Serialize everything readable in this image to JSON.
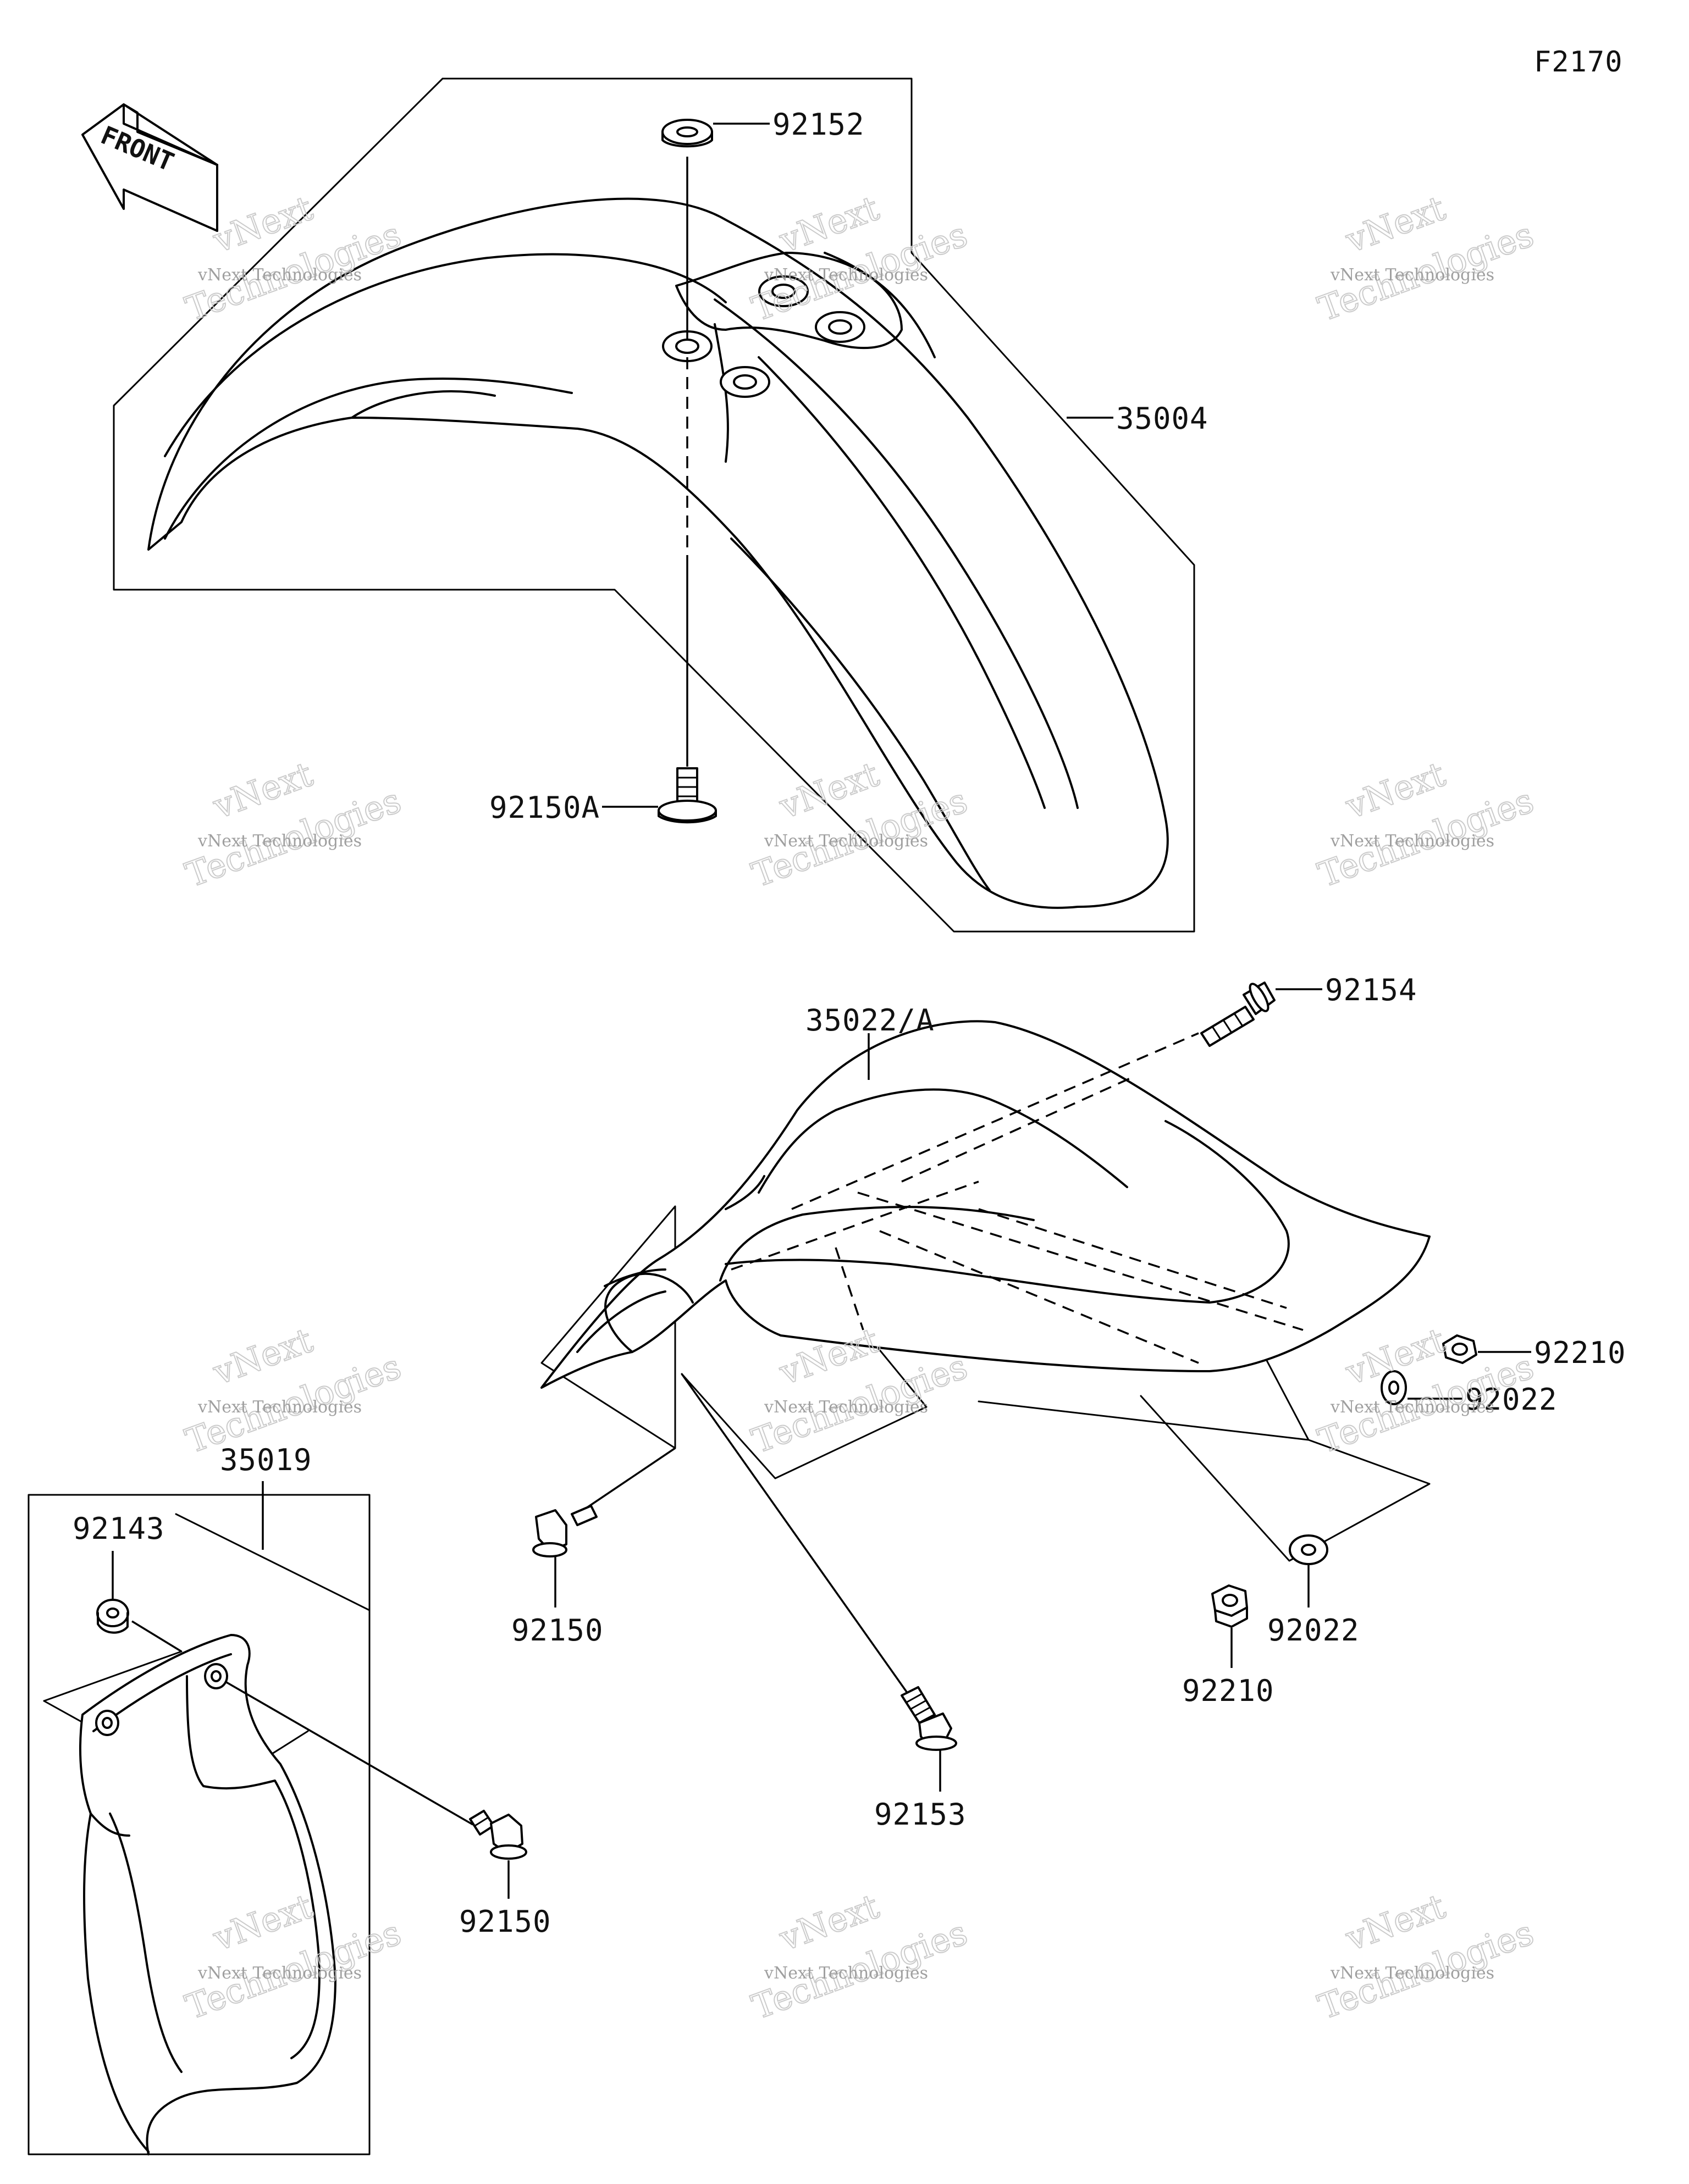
{
  "diagram": {
    "code": "F2170",
    "front_label": "FRONT",
    "watermark": {
      "small": "vNext Technologies",
      "big_line1": "vNext",
      "big_line2": "Technologies"
    },
    "parts": {
      "p35004": "35004",
      "p92152": "92152",
      "p92150A": "92150A",
      "p35022A": "35022/A",
      "p92154": "92154",
      "p92210_top": "92210",
      "p92022_top": "92022",
      "p92150_mid": "92150",
      "p92153": "92153",
      "p92210_bottom": "92210",
      "p92022_bottom": "92022",
      "p35019": "35019",
      "p92143": "92143",
      "p92150_bottom": "92150"
    }
  }
}
